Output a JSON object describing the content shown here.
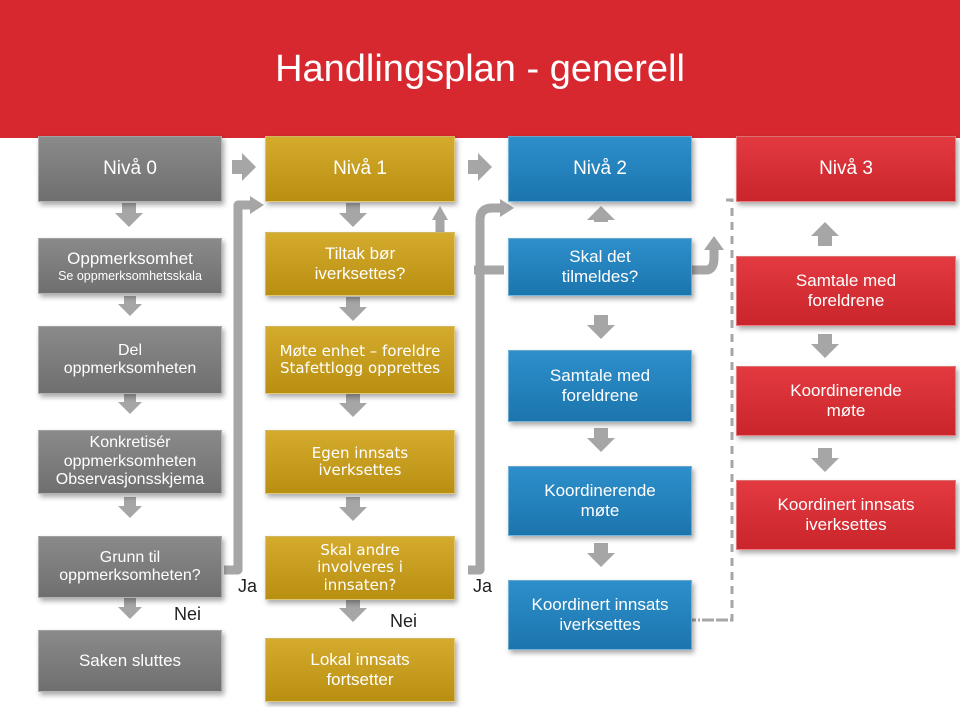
{
  "title": "Handlingsplan - generell",
  "colors": {
    "banner": "#d7282f",
    "level0": "#7a7a7a",
    "level1": "#c89d1f",
    "level2": "#2383bf",
    "level3": "#d7282f",
    "arrow": "#a6a6a6"
  },
  "headers": {
    "n0": "Nivå 0",
    "n1": "Nivå 1",
    "n2": "Nivå 2",
    "n3": "Nivå 3"
  },
  "level0": {
    "b1_title": "Oppmerksomhet",
    "b1_sub": "Se oppmerksomhetsskala",
    "b2_l1": "Del",
    "b2_l2": "oppmerksomheten",
    "b3_l1": "Konkretisér",
    "b3_l2": "oppmerksomheten",
    "b3_l3": "Observasjonsskjema",
    "b4_l1": "Grunn til",
    "b4_l2": "oppmerksomheten?",
    "b5": "Saken sluttes"
  },
  "level1": {
    "b1_l1": "Tiltak bør",
    "b1_l2": "iverksettes?",
    "b2_l1": "Møte enhet – foreldre",
    "b2_l2": "Stafettlogg opprettes",
    "b3_l1": "Egen innsats",
    "b3_l2": "iverksettes",
    "b4_l1": "Skal andre",
    "b4_l2": "involveres i",
    "b4_l3": "innsaten?",
    "b5_l1": "Lokal innsats",
    "b5_l2": "fortsetter"
  },
  "level2": {
    "b1_l1": "Skal det",
    "b1_l2": "tilmeldes?",
    "b2_l1": "Samtale med",
    "b2_l2": "foreldrene",
    "b3_l1": "Koordinerende",
    "b3_l2": "møte",
    "b4_l1": "Koordinert innsats",
    "b4_l2": "iverksettes"
  },
  "level3": {
    "b1_l1": "Samtale med",
    "b1_l2": "foreldrene",
    "b2_l1": "Koordinerende",
    "b2_l2": "møte",
    "b3_l1": "Koordinert innsats",
    "b3_l2": "iverksettes"
  },
  "labels": {
    "ja": "Ja",
    "nei": "Nei"
  }
}
